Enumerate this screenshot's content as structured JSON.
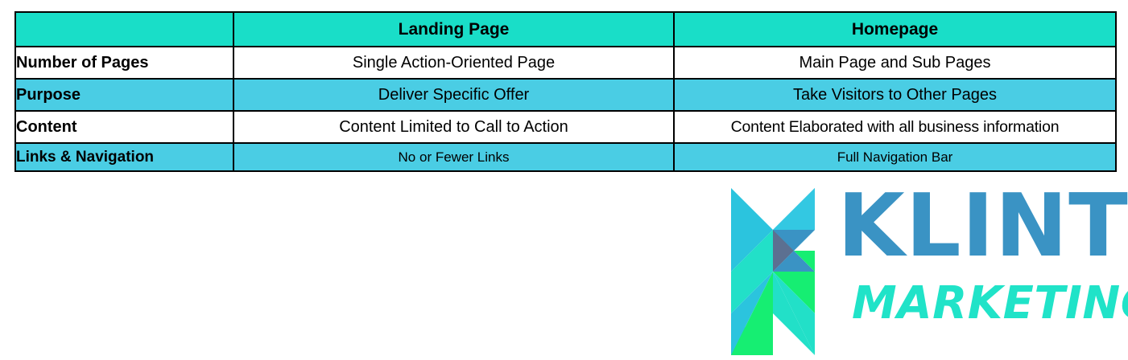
{
  "table": {
    "columns": [
      "",
      "Landing Page",
      "Homepage"
    ],
    "rows": [
      {
        "label": "Number of Pages",
        "landing_page": "Single Action-Oriented Page",
        "homepage": "Main Page and Sub Pages"
      },
      {
        "label": "Purpose",
        "landing_page": "Deliver Specific Offer",
        "homepage": "Take Visitors to Other Pages"
      },
      {
        "label": "Content",
        "landing_page": "Content Limited to Call to Action",
        "homepage": "Content Elaborated with all business information"
      },
      {
        "label": "Links & Navigation",
        "landing_page": "No or Fewer Links",
        "homepage": "Full Navigation Bar"
      }
    ],
    "colors": {
      "header_background": "#19DEC8",
      "stripe_background": "#4ACDE4",
      "plain_background": "#FFFFFF",
      "border": "#000000",
      "text": "#000000"
    }
  },
  "logo": {
    "mark_name": "klint-k-mark",
    "brand_name": "KLINT",
    "tagline": "MARKETING",
    "colors": {
      "brand_blue": "#3A93C4",
      "tagline_teal": "#20E3C8",
      "cyan": "#2BC4DE",
      "turquoise": "#22E0C8",
      "green": "#16EE72",
      "sky": "#33C8E2",
      "steel": "#3A93C4",
      "slate": "#5C7091"
    }
  }
}
